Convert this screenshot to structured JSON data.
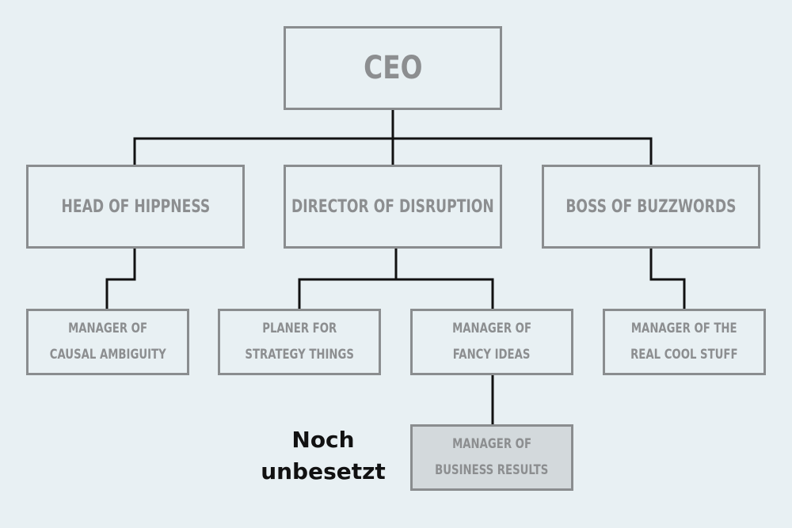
{
  "chart": {
    "ceo": "CEO",
    "heads": [
      "HEAD OF HIPPNESS",
      "DIRECTOR OF DISRUPTION",
      "BOSS OF BUZZWORDS"
    ],
    "managers": [
      [
        "MANAGER OF",
        "CAUSAL AMBIGUITY"
      ],
      [
        "PLANER FOR",
        "STRATEGY THINGS"
      ],
      [
        "MANAGER OF",
        "FANCY IDEAS"
      ],
      [
        "MANAGER OF THE",
        "REAL COOL STUFF"
      ]
    ],
    "vacant_position": [
      "MANAGER OF",
      "BUSINESS RESULTS"
    ],
    "vacant_note": [
      "Noch",
      "unbesetzt"
    ]
  },
  "colors": {
    "background": "#e8f0f3",
    "box_border": "#8a8d8f",
    "box_text": "#8c8e90",
    "connector": "#111111",
    "vacant_fill": "#d3d9dc",
    "note_text": "#111111"
  }
}
